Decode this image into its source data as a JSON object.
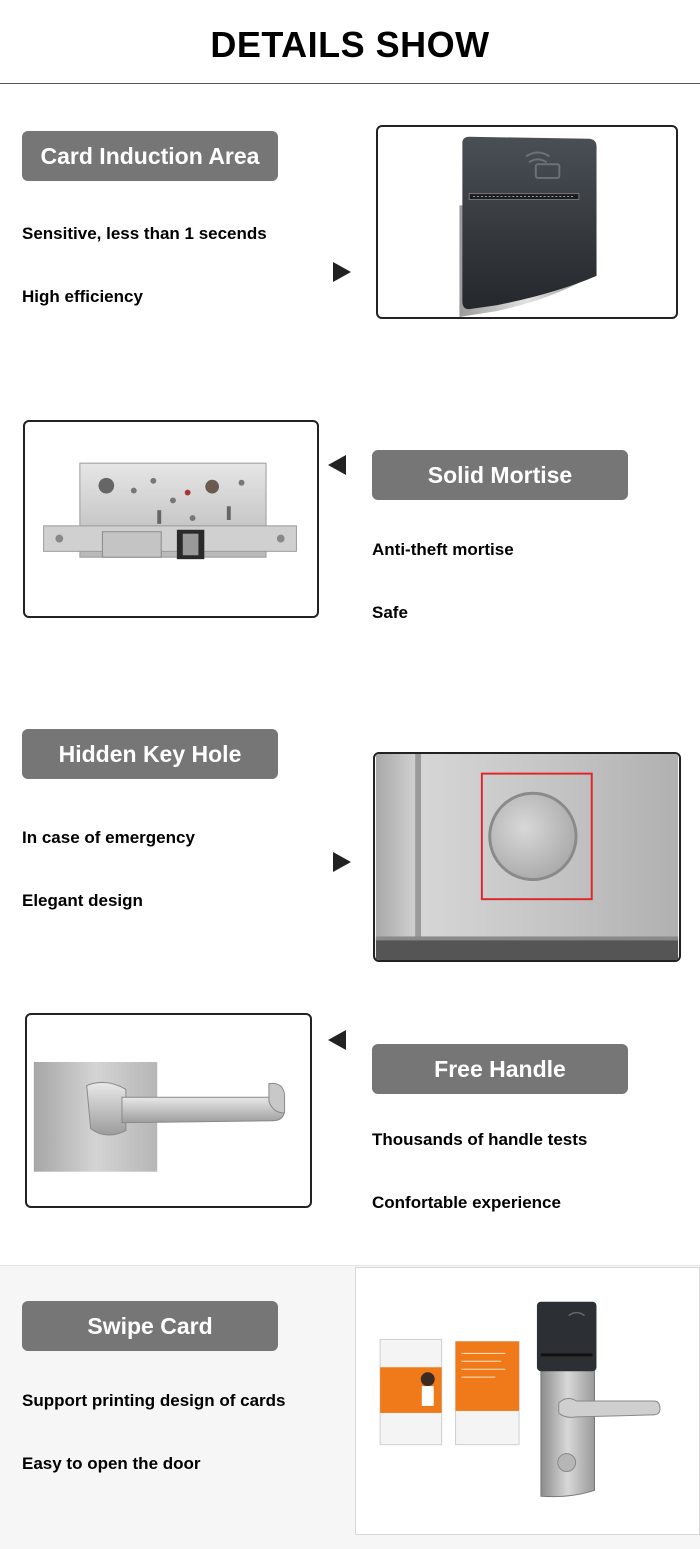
{
  "header": {
    "title": "DETAILS SHOW"
  },
  "sections": [
    {
      "title": "Card Induction Area",
      "line1": "Sensitive, less than 1 secends",
      "line2": "High efficiency",
      "image_icon": "card-reader-lock-icon"
    },
    {
      "title": "Solid Mortise",
      "line1": "Anti-theft mortise",
      "line2": "Safe",
      "image_icon": "mortise-lock-icon"
    },
    {
      "title": "Hidden Key Hole",
      "line1": "In case of emergency",
      "line2": "Elegant design",
      "image_icon": "key-hole-icon"
    },
    {
      "title": "Free Handle",
      "line1": "Thousands of handle tests",
      "line2": "Confortable experience",
      "image_icon": "door-handle-icon"
    },
    {
      "title": "Swipe Card",
      "line1": "Support printing design of cards",
      "line2": "Easy to open the door",
      "image_icon": "cards-and-lock-icon"
    }
  ],
  "colors": {
    "pill": "#767676",
    "highlight": "#e0262a",
    "card_orange": "#f07a1a"
  }
}
